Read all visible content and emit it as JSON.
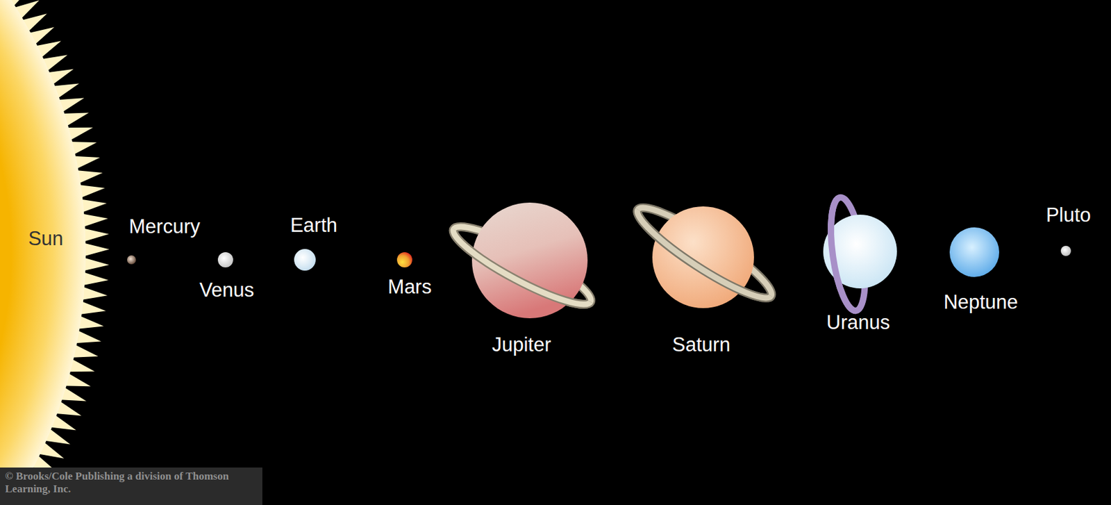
{
  "diagram": {
    "labels": [
      "Sun",
      "Mercury",
      "Venus",
      "Earth",
      "Mars",
      "Jupiter",
      "Saturn",
      "Uranus",
      "Neptune",
      "Pluto",
      "© Brooks/Cole Publishing a division of Thomson Learning, Inc."
    ]
  }
}
